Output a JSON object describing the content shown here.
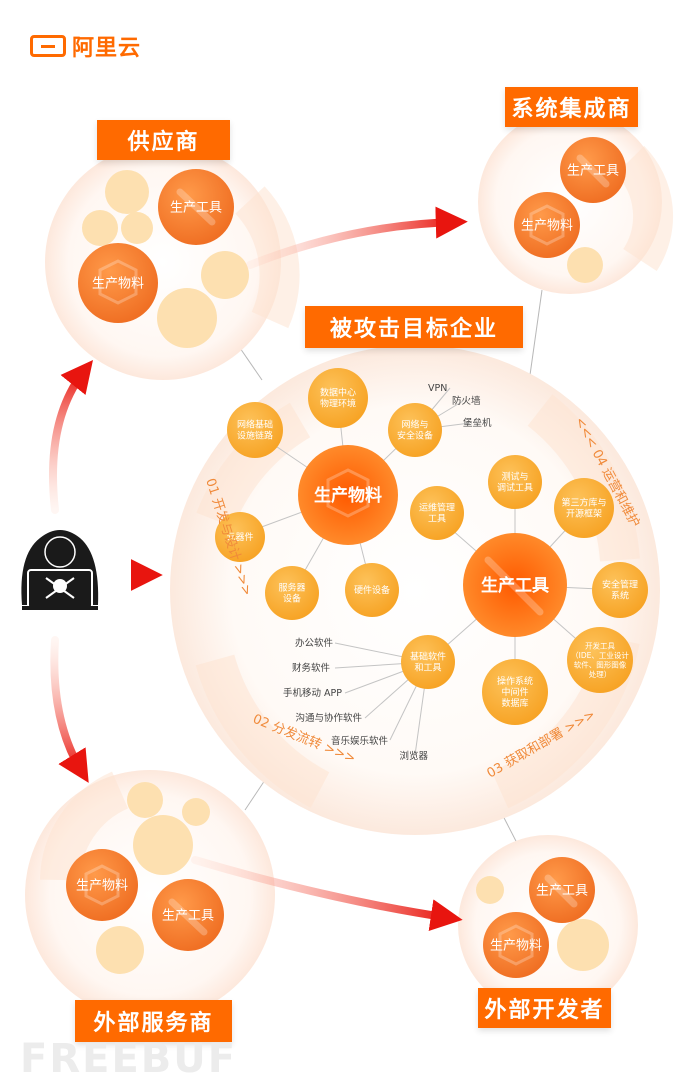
{
  "brand": {
    "logo_text": "阿里云",
    "logo_icon": "aliyun-bracket-icon",
    "color": "#ff6a00"
  },
  "watermark": "FREEBUF",
  "nodes": {
    "supplier": {
      "title": "供应商",
      "tool": "生产工具",
      "material": "生产物料"
    },
    "integrator": {
      "title": "系统集成商",
      "tool": "生产工具",
      "material": "生产物料"
    },
    "service": {
      "title": "外部服务商",
      "tool": "生产工具",
      "material": "生产物料"
    },
    "developer": {
      "title": "外部开发者",
      "tool": "生产工具",
      "material": "生产物料"
    }
  },
  "target": {
    "title": "被攻击目标企业",
    "material_hub": "生产物料",
    "tool_hub": "生产工具",
    "material_items": [
      "数据中心\n物理环境",
      "网络基础\n设施链路",
      "网络与\n安全设备",
      "元器件",
      "服务器\n设备",
      "硬件设备"
    ],
    "network_subitems": [
      "VPN",
      "防火墙",
      "堡垒机"
    ],
    "tool_items": [
      "运维管理\n工具",
      "测试与\n调试工具",
      "第三方库与\n开源框架",
      "安全管理\n系统",
      "开发工具\n（IDE、工业设计\n软件、图形图像\n处理）",
      "操作系统\n中间件\n数据库",
      "基础软件\n和工具"
    ],
    "software_subitems": [
      "办公软件",
      "财务软件",
      "手机移动 APP",
      "沟通与协作软件",
      "音乐娱乐软件",
      "浏览器"
    ],
    "stages": [
      "01 开发与设计 >>>",
      "02 分发流转 >>>",
      "03 获取和部署 >>>",
      "<<< 04 运营和维护"
    ]
  },
  "attacker": {
    "icon": "hacker-skull-laptop-icon"
  },
  "colors": {
    "orange": "#ff6a00",
    "mid": "#f7842a",
    "light": "#fbb03b",
    "pale": "#fde3b5",
    "red": "#e8150f"
  }
}
